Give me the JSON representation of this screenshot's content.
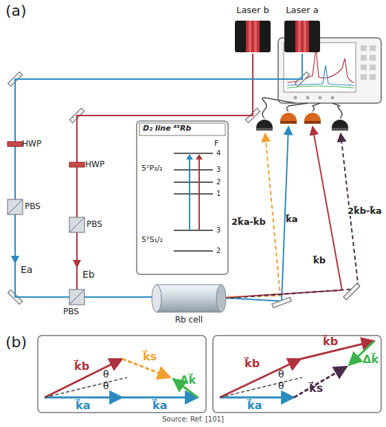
{
  "diagram": {
    "caption": "Source: Ref. [101]",
    "nodes": [
      {
        "text": [
          "Laser b"
        ]
      },
      {
        "text": [
          "Laser a"
        ]
      },
      {
        "text": [
          "D₂ line ⁸⁵Rb",
          "F",
          "4",
          "3",
          "2",
          "1",
          "5²P₃/₂",
          "3",
          "2",
          "5²S₁/₂"
        ]
      },
      {
        "text": [
          "Rb cell"
        ]
      },
      {
        "text": [
          "k⃗b",
          "θ",
          "θ",
          "k⃗s",
          "Δk⃗",
          "k⃗a",
          "k⃗a"
        ]
      },
      {
        "text": [
          "k⃗b",
          "k⃗b",
          "Δk⃗",
          "θ",
          "θ",
          "k⃗a",
          "k⃗s"
        ]
      }
    ],
    "edges": [
      {
        "from": 0,
        "to": 3,
        "arrow": "none"
      },
      {
        "from": 1,
        "to": 3,
        "arrow": "none"
      }
    ],
    "labels": [
      "(a)",
      "HWP",
      "HWP",
      "PBS",
      "PBS",
      "PBS",
      "Ea",
      "Eb",
      "2k⃗a-k⃗b",
      "k⃗a",
      "k⃗b",
      "2k⃗b-k⃗a",
      "(b)"
    ]
  }
}
